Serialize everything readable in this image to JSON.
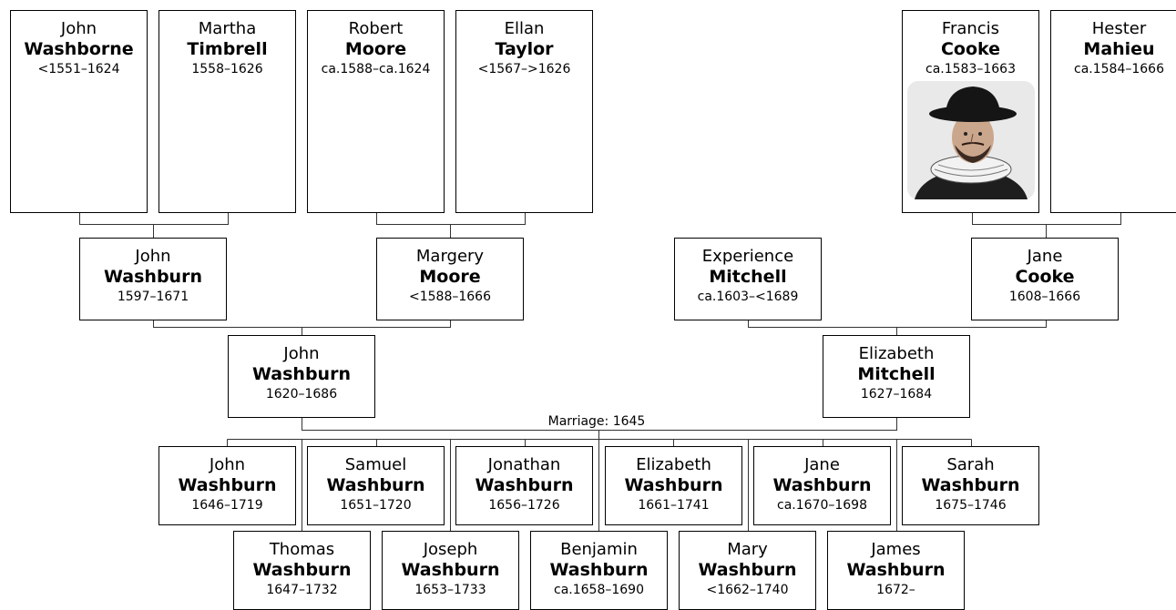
{
  "people": {
    "p_john_washborne": {
      "given": "John",
      "surname": "Washborne",
      "dates": "<1551–1624"
    },
    "p_martha_timbrell": {
      "given": "Martha",
      "surname": "Timbrell",
      "dates": "1558–1626"
    },
    "p_robert_moore": {
      "given": "Robert",
      "surname": "Moore",
      "dates": "ca.1588–ca.1624"
    },
    "p_ellan_taylor": {
      "given": "Ellan",
      "surname": "Taylor",
      "dates": "<1567–>1626"
    },
    "p_francis_cooke": {
      "given": "Francis",
      "surname": "Cooke",
      "dates": "ca.1583–1663",
      "portrait": "man-with-hat-and-ruff-portrait"
    },
    "p_hester_mahieu": {
      "given": "Hester",
      "surname": "Mahieu",
      "dates": "ca.1584–1666"
    },
    "p_john_washburn_1597": {
      "given": "John",
      "surname": "Washburn",
      "dates": "1597–1671"
    },
    "p_margery_moore": {
      "given": "Margery",
      "surname": "Moore",
      "dates": "<1588–1666"
    },
    "p_experience_mitchell": {
      "given": "Experience",
      "surname": "Mitchell",
      "dates": "ca.1603–<1689"
    },
    "p_jane_cooke": {
      "given": "Jane",
      "surname": "Cooke",
      "dates": "1608–1666"
    },
    "p_john_washburn_1620": {
      "given": "John",
      "surname": "Washburn",
      "dates": "1620–1686"
    },
    "p_elizabeth_mitchell": {
      "given": "Elizabeth",
      "surname": "Mitchell",
      "dates": "1627–1684"
    },
    "c_john": {
      "given": "John",
      "surname": "Washburn",
      "dates": "1646–1719"
    },
    "c_samuel": {
      "given": "Samuel",
      "surname": "Washburn",
      "dates": "1651–1720"
    },
    "c_jonathan": {
      "given": "Jonathan",
      "surname": "Washburn",
      "dates": "1656–1726"
    },
    "c_elizabeth": {
      "given": "Elizabeth",
      "surname": "Washburn",
      "dates": "1661–1741"
    },
    "c_jane": {
      "given": "Jane",
      "surname": "Washburn",
      "dates": "ca.1670–1698"
    },
    "c_sarah": {
      "given": "Sarah",
      "surname": "Washburn",
      "dates": "1675–1746"
    },
    "c_thomas": {
      "given": "Thomas",
      "surname": "Washburn",
      "dates": "1647–1732"
    },
    "c_joseph": {
      "given": "Joseph",
      "surname": "Washburn",
      "dates": "1653–1733"
    },
    "c_benjamin": {
      "given": "Benjamin",
      "surname": "Washburn",
      "dates": "ca.1658–1690"
    },
    "c_mary": {
      "given": "Mary",
      "surname": "Washburn",
      "dates": "<1662–1740"
    },
    "c_james": {
      "given": "James",
      "surname": "Washburn",
      "dates": "1672–"
    }
  },
  "marriage_label": "Marriage: 1645"
}
